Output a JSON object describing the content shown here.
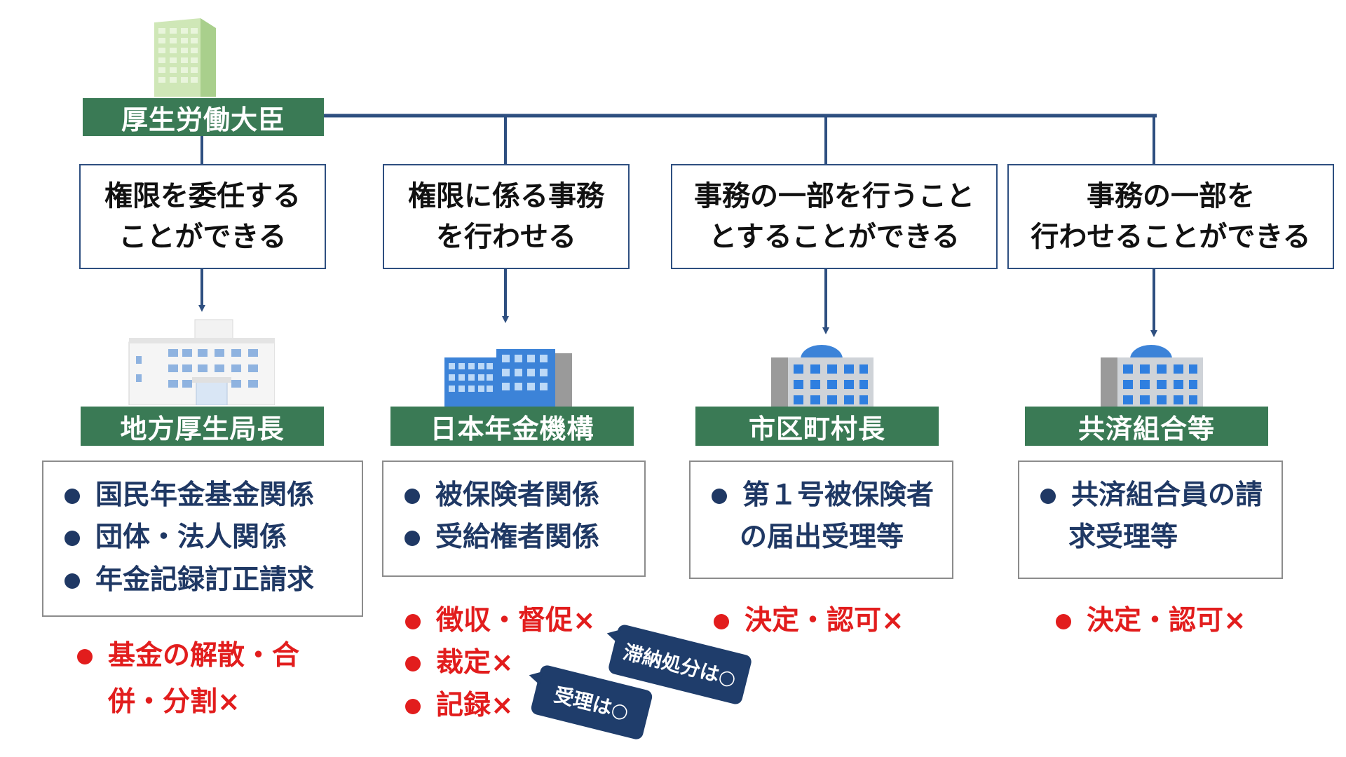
{
  "minister": {
    "label": "厚生労働大臣"
  },
  "columns": [
    {
      "role_lines": [
        "権限を委任する",
        "ことができる"
      ],
      "entity": "地方厚生局長",
      "duties": [
        "国民年金基金関係",
        "団体・法人関係",
        "年金記録訂正請求"
      ],
      "exceptions": [
        "基金の解散・合",
        "併・分割×"
      ]
    },
    {
      "role_lines": [
        "権限に係る事務",
        "を行わせる"
      ],
      "entity": "日本年金機構",
      "duties": [
        "被保険者関係",
        "受給権者関係"
      ],
      "exceptions": [
        "徴収・督促×",
        "裁定×",
        "記録×"
      ],
      "callouts": [
        "滞納処分は○",
        "受理は○"
      ]
    },
    {
      "role_lines": [
        "事務の一部を行うこと",
        "とすることができる"
      ],
      "entity": "市区町村長",
      "duties": [
        "第１号被保険者",
        "の届出受理等"
      ],
      "exceptions": [
        "決定・認可×"
      ]
    },
    {
      "role_lines": [
        "事務の一部を",
        "行わせることができる"
      ],
      "entity": "共済組合等",
      "duties": [
        "共済組合員の請",
        "求受理等"
      ],
      "exceptions": [
        "決定・認可×"
      ]
    }
  ],
  "colors": {
    "green_label": "#3a7a55",
    "connector": "#2e4f80",
    "duty_text": "#1f3864",
    "exception_red": "#e21d1d",
    "callout_bg": "#1f3d6b"
  }
}
